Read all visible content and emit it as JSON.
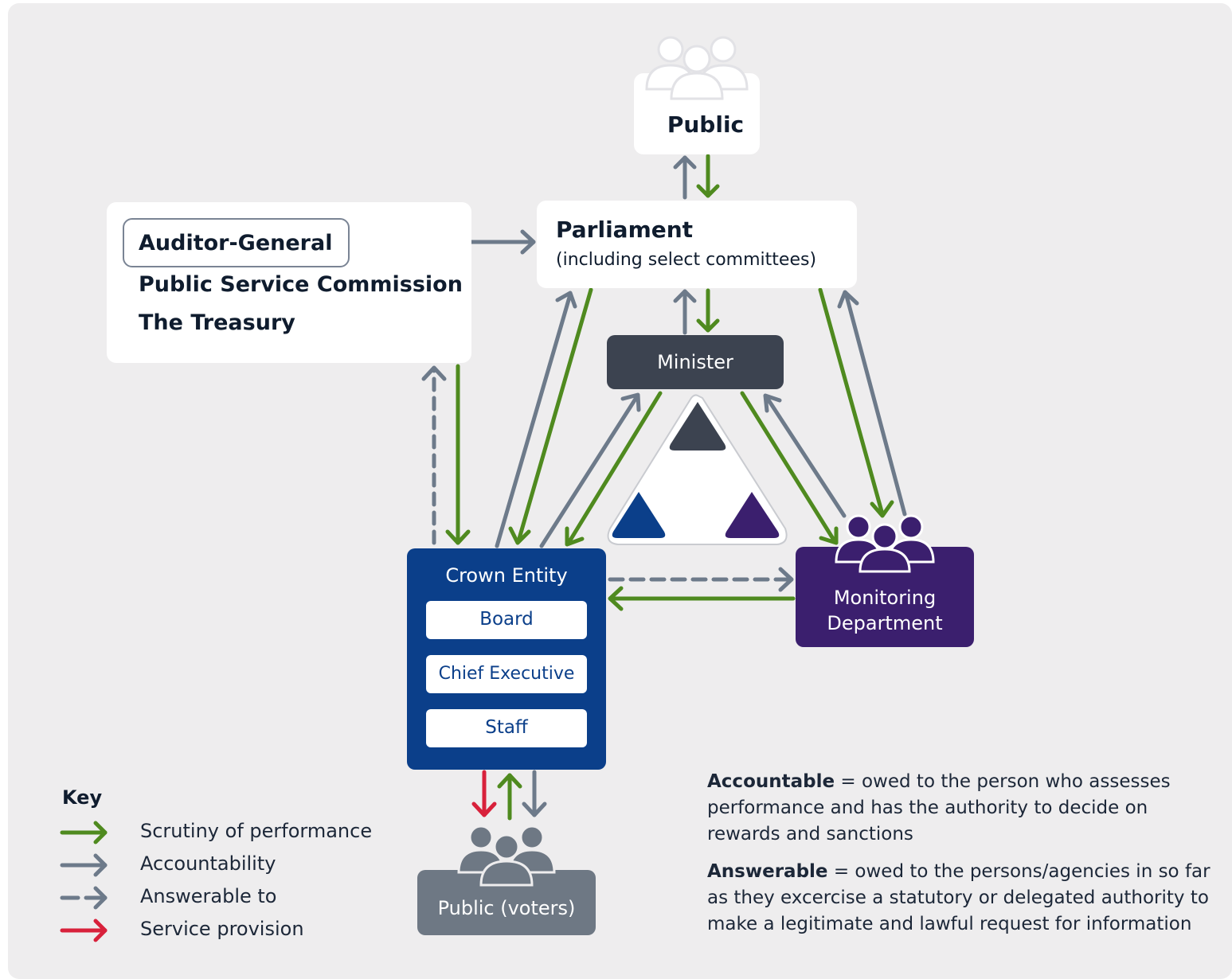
{
  "public": {
    "label": "Public"
  },
  "parliament": {
    "title": "Parliament",
    "subtitle": "(including select committees)"
  },
  "oversight": {
    "auditor_general": "Auditor-General",
    "psc": "Public Service Commission",
    "treasury": "The Treasury"
  },
  "minister": {
    "label": "Minister"
  },
  "crown_entity": {
    "title": "Crown Entity",
    "board": "Board",
    "chief_executive": "Chief Executive",
    "staff": "Staff"
  },
  "monitoring": {
    "line1": "Monitoring",
    "line2": "Department"
  },
  "public_voters": {
    "label": "Public (voters)"
  },
  "key": {
    "title": "Key",
    "items": [
      {
        "label": "Scrutiny of performance",
        "color": "#4f8a1f",
        "style": "solid"
      },
      {
        "label": "Accountability",
        "color": "#6d7a8a",
        "style": "solid"
      },
      {
        "label": "Answerable to",
        "color": "#6d7a8a",
        "style": "dashed"
      },
      {
        "label": "Service provision",
        "color": "#d8213b",
        "style": "solid"
      }
    ]
  },
  "definitions": {
    "accountable": {
      "term": "Accountable",
      "text": " = owed to the person who assesses performance and has the authority to decide on rewards and sanctions"
    },
    "answerable": {
      "term": "Answerable",
      "text": " = owed to the persons/agencies in so far as they excercise a statutory or delegated authority to make a legitimate and lawful request for information"
    }
  },
  "colors": {
    "green": "#4f8a1f",
    "grey": "#6d7a8a",
    "red": "#d8213b",
    "navy": "#0b3f8a",
    "purple": "#3b1f6e",
    "minister": "#3c4350",
    "voters": "#6e7884"
  }
}
